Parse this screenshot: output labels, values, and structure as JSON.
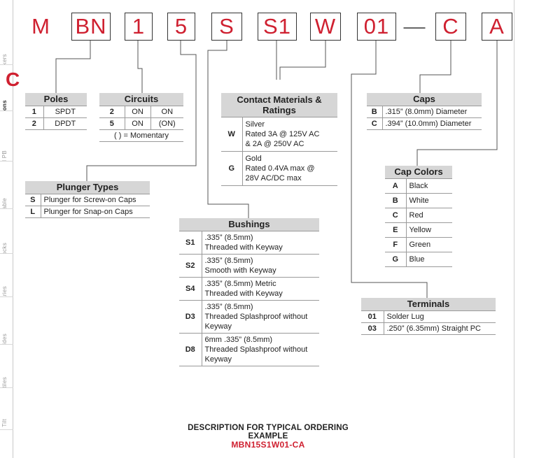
{
  "sidebar": {
    "tabs": [
      "Rockers",
      "Pushbuttons",
      "Illuminated PB",
      "Programmable",
      "Keylocks",
      "Rotaries",
      "Slides",
      "Tactiles",
      "Tilt"
    ],
    "active_letter": "C"
  },
  "code": {
    "prefix": "M",
    "segments": [
      "BN",
      "1",
      "5",
      "S",
      "S1",
      "W",
      "01",
      "C",
      "A"
    ],
    "dash": "—"
  },
  "poles": {
    "title": "Poles",
    "rows": [
      {
        "code": "1",
        "value": "SPDT"
      },
      {
        "code": "2",
        "value": "DPDT"
      }
    ]
  },
  "circuits": {
    "title": "Circuits",
    "rows": [
      {
        "code": "2",
        "a": "ON",
        "b": "ON"
      },
      {
        "code": "5",
        "a": "ON",
        "b": "(ON)"
      }
    ],
    "note": "( ) = Momentary"
  },
  "contacts": {
    "title": "Contact Materials & Ratings",
    "rows": [
      {
        "code": "W",
        "lines": [
          "Silver",
          "Rated 3A @ 125V AC",
          "& 2A @ 250V AC"
        ]
      },
      {
        "code": "G",
        "lines": [
          "Gold",
          "Rated 0.4VA max @",
          "28V AC/DC max"
        ]
      }
    ]
  },
  "caps": {
    "title": "Caps",
    "rows": [
      {
        "code": "B",
        "value": ".315” (8.0mm) Diameter"
      },
      {
        "code": "C",
        "value": ".394” (10.0mm) Diameter"
      }
    ]
  },
  "plunger": {
    "title": "Plunger Types",
    "rows": [
      {
        "code": "S",
        "value": "Plunger for Screw-on Caps"
      },
      {
        "code": "L",
        "value": "Plunger for Snap-on Caps"
      }
    ]
  },
  "cap_colors": {
    "title": "Cap Colors",
    "rows": [
      {
        "code": "A",
        "value": "Black"
      },
      {
        "code": "B",
        "value": "White"
      },
      {
        "code": "C",
        "value": "Red"
      },
      {
        "code": "E",
        "value": "Yellow"
      },
      {
        "code": "F",
        "value": "Green"
      },
      {
        "code": "G",
        "value": "Blue"
      }
    ]
  },
  "bushings": {
    "title": "Bushings",
    "rows": [
      {
        "code": "S1",
        "lines": [
          ".335” (8.5mm)",
          "Threaded with Keyway"
        ]
      },
      {
        "code": "S2",
        "lines": [
          ".335” (8.5mm)",
          "Smooth with Keyway"
        ]
      },
      {
        "code": "S4",
        "lines": [
          ".335” (8.5mm) Metric",
          "Threaded with Keyway"
        ]
      },
      {
        "code": "D3",
        "lines": [
          ".335” (8.5mm)",
          "Threaded Splashproof without",
          "Keyway"
        ]
      },
      {
        "code": "D8",
        "lines": [
          "6mm .335” (8.5mm)",
          "Threaded Splashproof without",
          "Keyway"
        ]
      }
    ]
  },
  "terminals": {
    "title": "Terminals",
    "rows": [
      {
        "code": "01",
        "value": "Solder Lug"
      },
      {
        "code": "03",
        "value": ".250” (6.35mm) Straight PC"
      }
    ]
  },
  "footer": {
    "title": "DESCRIPTION FOR TYPICAL ORDERING EXAMPLE",
    "example": "MBN15S1W01-CA"
  },
  "colors": {
    "accent": "#cf2030",
    "header_fill": "#d6d6d6",
    "line": "#555555"
  }
}
